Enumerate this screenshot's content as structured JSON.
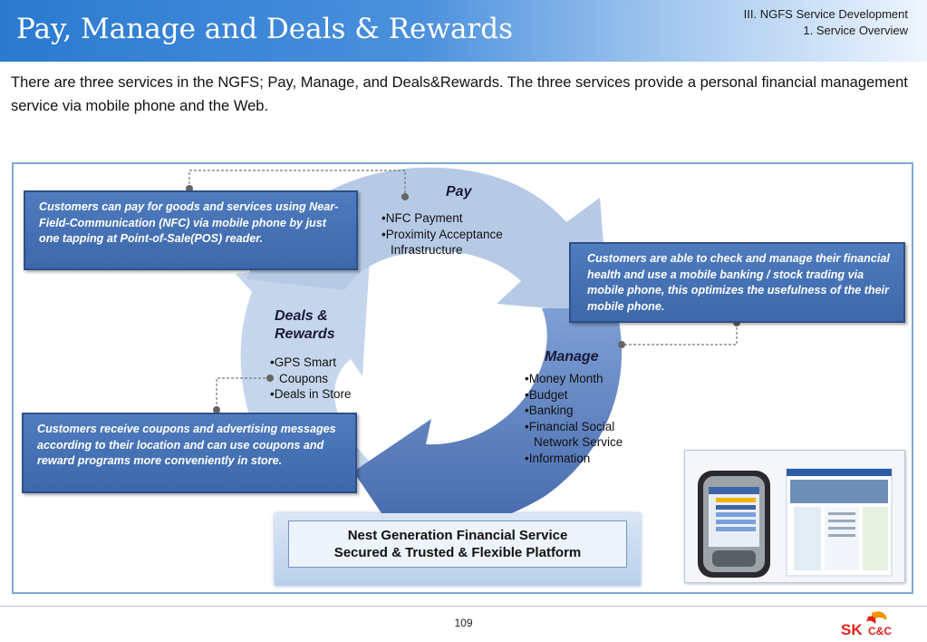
{
  "header": {
    "title": "Pay, Manage and Deals & Rewards",
    "section_line1": "III. NGFS Service Development",
    "section_line2": "1. Service Overview"
  },
  "intro": "There are three services in the NGFS; Pay, Manage, and Deals&Rewards. The three services provide a personal financial management service via mobile phone and the Web.",
  "services": {
    "pay": {
      "title": "Pay",
      "bullets": [
        "NFC Payment",
        "Proximity Acceptance Infrastructure"
      ]
    },
    "manage": {
      "title": "Manage",
      "bullets": [
        "Money Month",
        "Budget",
        "Banking",
        "Financial Social Network Service",
        "Information"
      ]
    },
    "deals": {
      "title_line1": "Deals &",
      "title_line2": "Rewards",
      "bullets": [
        "GPS Smart Coupons",
        "Deals in Store"
      ]
    }
  },
  "callouts": {
    "pay": "Customers can pay for goods and services using Near-Field-Communication (NFC) via mobile phone by just one tapping at Point-of-Sale(POS) reader.",
    "manage": "Customers are able to check and manage their financial health and use a mobile banking / stock trading via mobile phone, this optimizes the usefulness of the their mobile phone.",
    "deals": "Customers receive coupons and advertising messages according to their location and can use coupons and reward programs more conveniently in store."
  },
  "platform": {
    "line1": "Nest Generation Financial Service",
    "line2": "Secured & Trusted & Flexible Platform"
  },
  "footer": {
    "page_number": "109",
    "logo_sk": "SK",
    "logo_cc": "C&C"
  },
  "colors": {
    "header_blue": "#2b7ad0",
    "callout_blue": "#3d68ab",
    "arrow_light": "#c5d6ec",
    "arrow_mid": "#a3bfe2",
    "arrow_dark": "#4e74b4",
    "logo_red": "#e2231a",
    "logo_orange": "#f39200"
  }
}
